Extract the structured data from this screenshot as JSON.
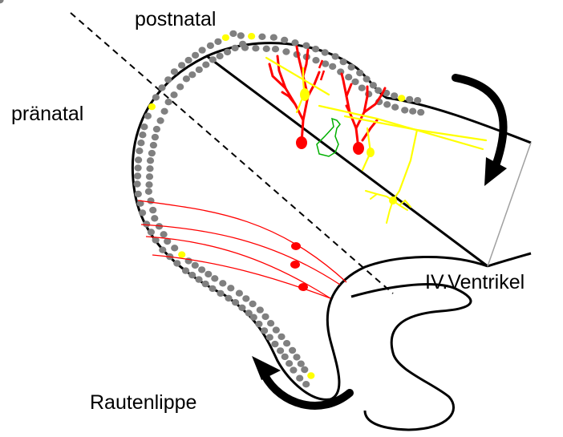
{
  "labels": {
    "postnatal": "postnatal",
    "praenatal": "pränatal",
    "ventricle": "IV.Ventrikel",
    "rhombic_lip": "Rautenlippe"
  },
  "colors": {
    "outline": "#000000",
    "granule_cell": "#808080",
    "highlight_cell": "#ffff00",
    "purkinje_cell": "#ff0000",
    "green_cell": "#00b000",
    "ventricle_line": "#a0a0a0",
    "background": "#ffffff"
  },
  "icons": {
    "migration_arrow_top": "curved-arrow-down-icon",
    "migration_arrow_bottom": "curved-arrow-left-icon"
  }
}
